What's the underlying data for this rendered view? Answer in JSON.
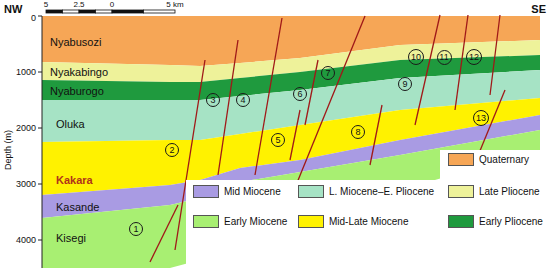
{
  "diagram": {
    "nodes": [
      {
        "text": [
          "1"
        ]
      },
      {
        "text": [
          "2"
        ]
      },
      {
        "text": [
          "3"
        ]
      },
      {
        "text": [
          "4"
        ]
      },
      {
        "text": [
          "5"
        ]
      },
      {
        "text": [
          "6"
        ]
      },
      {
        "text": [
          "7"
        ]
      },
      {
        "text": [
          "8"
        ]
      },
      {
        "text": [
          "9"
        ]
      },
      {
        "text": [
          "10"
        ]
      },
      {
        "text": [
          "11"
        ]
      },
      {
        "text": [
          "12"
        ]
      },
      {
        "text": [
          "13"
        ]
      }
    ],
    "labels": [
      "NW",
      "5",
      "2.5",
      "0",
      "5 km",
      "SE",
      "0",
      "1000",
      "2000",
      "3000",
      "4000",
      "Depth (m)",
      "Nyabusozi",
      "Nyakabingo",
      "Nyaburogo",
      "Oluka",
      "Kakara",
      "Kasande",
      "Kisegi"
    ],
    "legend": [
      {
        "text": "Quaternary",
        "color": "#f6a656"
      },
      {
        "text": "Mid Miocene",
        "color": "#a99be3"
      },
      {
        "text": "L. Miocene–E. Pliocene",
        "color": "#a6e3c5"
      },
      {
        "text": "Late Pliocene",
        "color": "#eef29a"
      },
      {
        "text": "Early Miocene",
        "color": "#a8ef72"
      },
      {
        "text": "Mid-Late Miocene",
        "color": "#fff200"
      },
      {
        "text": "Early Pliocene",
        "color": "#1f9a3e"
      }
    ]
  }
}
